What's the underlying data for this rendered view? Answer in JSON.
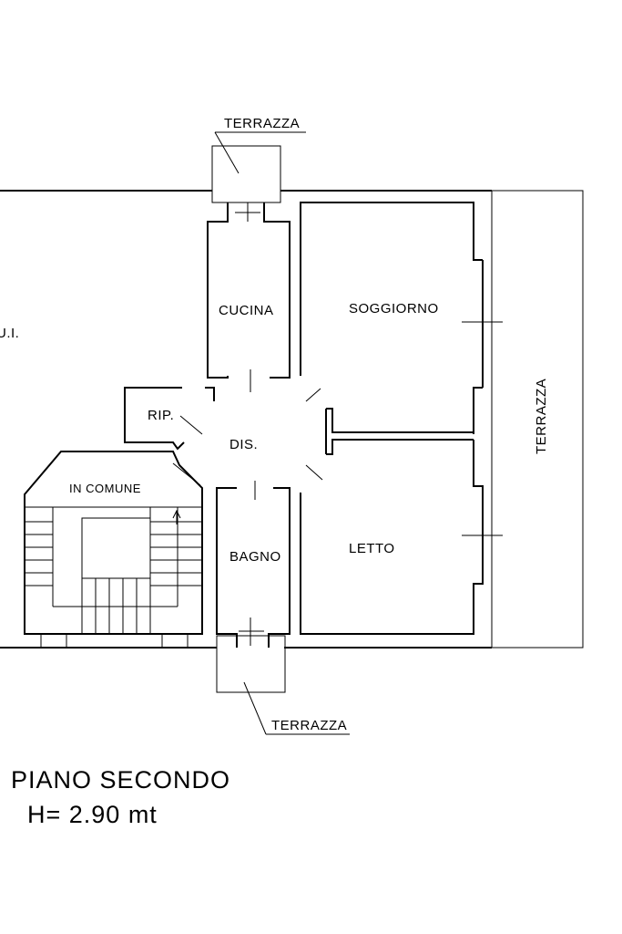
{
  "labels": {
    "terrazza_top": "TERRAZZA",
    "terrazza_right": "TERRAZZA",
    "terrazza_bottom": "TERRAZZA",
    "cucina": "CUCINA",
    "soggiorno": "SOGGIORNO",
    "rip": "RIP.",
    "dis": "DIS.",
    "in_comune": "IN COMUNE",
    "bagno": "BAGNO",
    "letto": "LETTO",
    "altra_ui": "U.I."
  },
  "caption": {
    "floor": "PIANO SECONDO",
    "height": "H= 2.90 mt"
  }
}
